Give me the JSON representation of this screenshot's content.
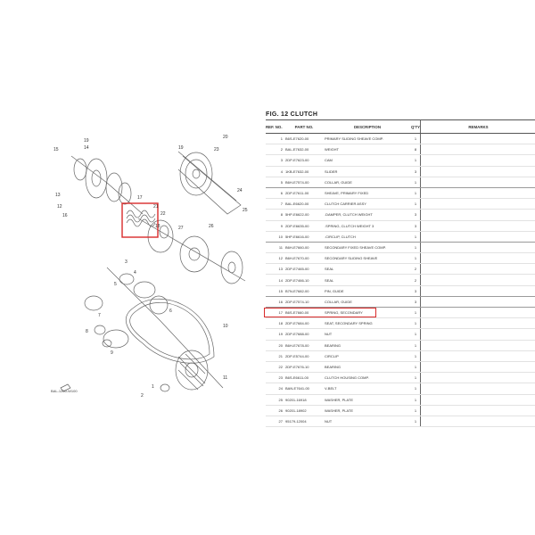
{
  "figure": {
    "title": "FIG. 12  CLUTCH",
    "code": "BAL-1200-W100"
  },
  "table": {
    "headers": {
      "ref_no": "REF. NO.",
      "part_no": "PART NO.",
      "description": "DESCRIPTION",
      "qty": "Q'TY",
      "remarks": "REMARKS"
    },
    "rows": [
      {
        "ref": "1",
        "part": "B6S-E7620-00",
        "desc": "PRIMARY SLIDING SHEAVE COMP.",
        "qty": "1"
      },
      {
        "ref": "2",
        "part": "BAL-E7632-00",
        "desc": "WEIGHT",
        "qty": "8"
      },
      {
        "ref": "3",
        "part": "2DP-E7623-00",
        "desc": "CAM",
        "qty": "1"
      },
      {
        "ref": "4",
        "part": "1KB-E7632-00",
        "desc": "SLIDER",
        "qty": "3"
      },
      {
        "ref": "5",
        "part": "B6H-E7574-00",
        "desc": "COLLAR, GUIDE",
        "qty": "1"
      },
      {
        "ref": "6",
        "part": "2DP-E7611-00",
        "desc": "SHEAVE, PRIMARY FIXED",
        "qty": "1"
      },
      {
        "ref": "7",
        "part": "BAL-E6620-00",
        "desc": "CLUTCH CARRIER ASSY",
        "qty": "1"
      },
      {
        "ref": "8",
        "part": "5HP-E6622-00",
        "desc": ".DAMPER, CLUTCH WEIGHT",
        "qty": "3"
      },
      {
        "ref": "9",
        "part": "2DP-E6635-00",
        "desc": ".SPRING, CLUTCH WEIGHT 3",
        "qty": "3"
      },
      {
        "ref": "10",
        "part": "5HP-E6616-00",
        "desc": ".CIRCLIP, CLUTCH",
        "qty": "1"
      },
      {
        "ref": "11",
        "part": "B6H-E7660-00",
        "desc": "SECONDARY FIXED SHEAVE COMP.",
        "qty": "1"
      },
      {
        "ref": "12",
        "part": "B6H-E7670-00",
        "desc": "SECONDARY SLIDING SHEAVE",
        "qty": "1"
      },
      {
        "ref": "13",
        "part": "2DP-E7465-00",
        "desc": "SEAL",
        "qty": "2"
      },
      {
        "ref": "14",
        "part": "2DP-E7466-10",
        "desc": "SEAL",
        "qty": "2"
      },
      {
        "ref": "15",
        "part": "B7N-E7682-00",
        "desc": "PIN, GUIDE",
        "qty": "3"
      },
      {
        "ref": "16",
        "part": "2DP-E7574-10",
        "desc": "COLLAR, GUIDE",
        "qty": "3"
      },
      {
        "ref": "17",
        "part": "B6S-E7660-00",
        "desc": "SPRING, SECONDARY",
        "qty": "1"
      },
      {
        "ref": "18",
        "part": "2DP-E7684-00",
        "desc": "SEAT, SECONDARY SPRING",
        "qty": "1"
      },
      {
        "ref": "19",
        "part": "2DP-E7688-00",
        "desc": "NUT",
        "qty": "1"
      },
      {
        "ref": "20",
        "part": "B6H-E7678-00",
        "desc": "BEARING",
        "qty": "1"
      },
      {
        "ref": "21",
        "part": "2DP-E5744-00",
        "desc": "CIRCLIP",
        "qty": "1"
      },
      {
        "ref": "22",
        "part": "2DP-E7676-10",
        "desc": "BEARING",
        "qty": "1"
      },
      {
        "ref": "23",
        "part": "B6S-E6611-00",
        "desc": "CLUTCH HOUSING COMP.",
        "qty": "1"
      },
      {
        "ref": "24",
        "part": "BAN-E7641-00",
        "desc": "V-BELT",
        "qty": "1"
      },
      {
        "ref": "25",
        "part": "90201-16918",
        "desc": "WASHER, PLATE",
        "qty": "1"
      },
      {
        "ref": "26",
        "part": "90201-18902",
        "desc": "WASHER, PLATE",
        "qty": "1"
      },
      {
        "ref": "27",
        "part": "95179-12004",
        "desc": "NUT",
        "qty": "1"
      }
    ],
    "highlighted_ref": "17"
  },
  "diagram": {
    "callouts": [
      "15",
      "19",
      "14",
      "13",
      "12",
      "16",
      "17",
      "21",
      "22",
      "18",
      "19",
      "20",
      "23",
      "24",
      "25",
      "26",
      "27",
      "4",
      "5",
      "6",
      "7",
      "8",
      "9",
      "10",
      "11",
      "1",
      "2",
      "3"
    ]
  },
  "colors": {
    "highlight": "#d92b2b",
    "line": "#555555",
    "text": "#222222"
  }
}
